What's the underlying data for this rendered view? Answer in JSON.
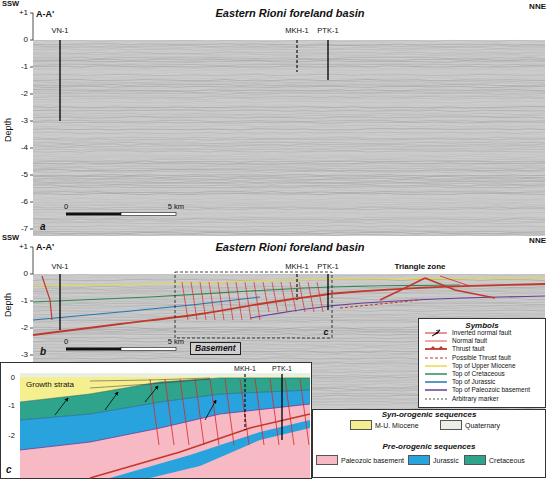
{
  "diagram": {
    "nodes": [
      {
        "text": [
          "Basement"
        ]
      },
      {
        "text": [
          "Symbols"
        ]
      },
      {
        "text": [
          "Syn-orogenic sequences",
          "Pre-orogenic sequences"
        ]
      }
    ],
    "labels": [
      "SSW",
      "A-A'",
      "Eastern Rioni foreland basin",
      "NNE",
      "VN-1",
      "MKH-1",
      "PTK-1",
      "+1",
      "0",
      "-1",
      "-2",
      "-3",
      "-4",
      "-5",
      "-6",
      "-7",
      "Depth",
      "0",
      "5 km",
      "a",
      "A-A'",
      "Eastern Rioni foreland basin",
      "SSW",
      "NNE",
      "VN-1",
      "MKH-1",
      "PTK-1",
      "Triangle zone",
      "+1",
      "0",
      "-1",
      "-2",
      "-3",
      "Depth",
      "0",
      "5 km",
      "b",
      "c",
      "Growth strata",
      "MKH-1",
      "PTK-1",
      "0",
      "-1",
      "-2",
      "c"
    ],
    "legend": [
      {
        "text": "Inverted normal fault"
      },
      {
        "text": "Normal fault"
      },
      {
        "text": "Thrust fault"
      },
      {
        "text": "Possible Thrust fault"
      },
      {
        "text": "Top of Upper Miocene"
      },
      {
        "text": "Top of Cretaceous"
      },
      {
        "text": "Top of Jurassic"
      },
      {
        "text": "Top of Paleozoic basement"
      },
      {
        "text": "Arbitrary marker"
      },
      {
        "text": "M-U. Miocene",
        "color": "#f5ef8f"
      },
      {
        "text": "Quaternary",
        "color": "#e9efe4"
      },
      {
        "text": "Paleozoic basement",
        "color": "#f7b9c4"
      },
      {
        "text": "Jurassic",
        "color": "#29a3dd"
      },
      {
        "text": "Cretaceous",
        "color": "#2ea48d"
      }
    ]
  }
}
